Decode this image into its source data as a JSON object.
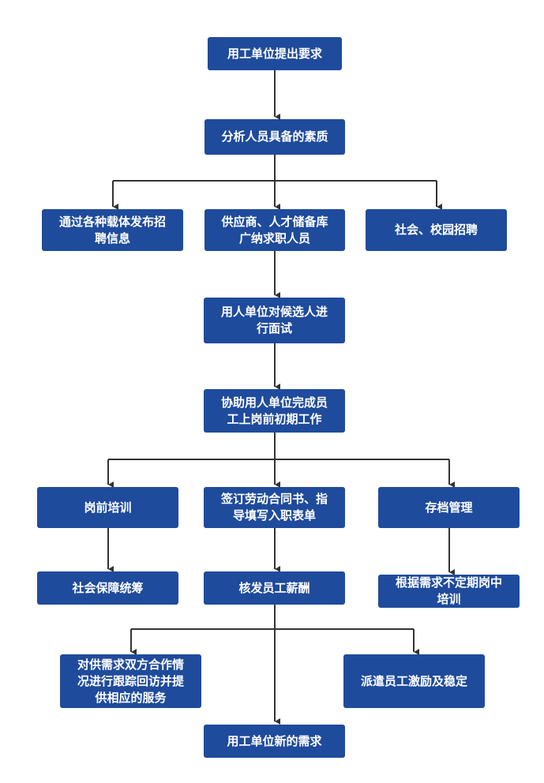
{
  "nodes": {
    "n1": "用工单位提出要求",
    "n2": "分析人员具备的素质",
    "n3a": "通过各种载体发布招\n聘信息",
    "n3b": "供应商、人才储备库\n广纳求职人员",
    "n3c": "社会、校园招聘",
    "n4": "用人单位对候选人进\n行面试",
    "n5": "协助用人单位完成员\n工上岗前初期工作",
    "n6a": "岗前培训",
    "n6b": "签订劳动合同书、指\n导填写入职表单",
    "n6c": "存档管理",
    "n7a": "社会保障统筹",
    "n7b": "核发员工薪酬",
    "n7c": "根据需求不定期岗中\n培训",
    "n8a": "对供需求双方合作情\n况进行跟踪回访并提\n供相应的服务",
    "n8b": "派遣员工激励及稳定",
    "n9": "用工单位新的需求"
  },
  "colors": {
    "box": "#1f4b9c",
    "line": "#333333",
    "text": "#ffffff"
  }
}
